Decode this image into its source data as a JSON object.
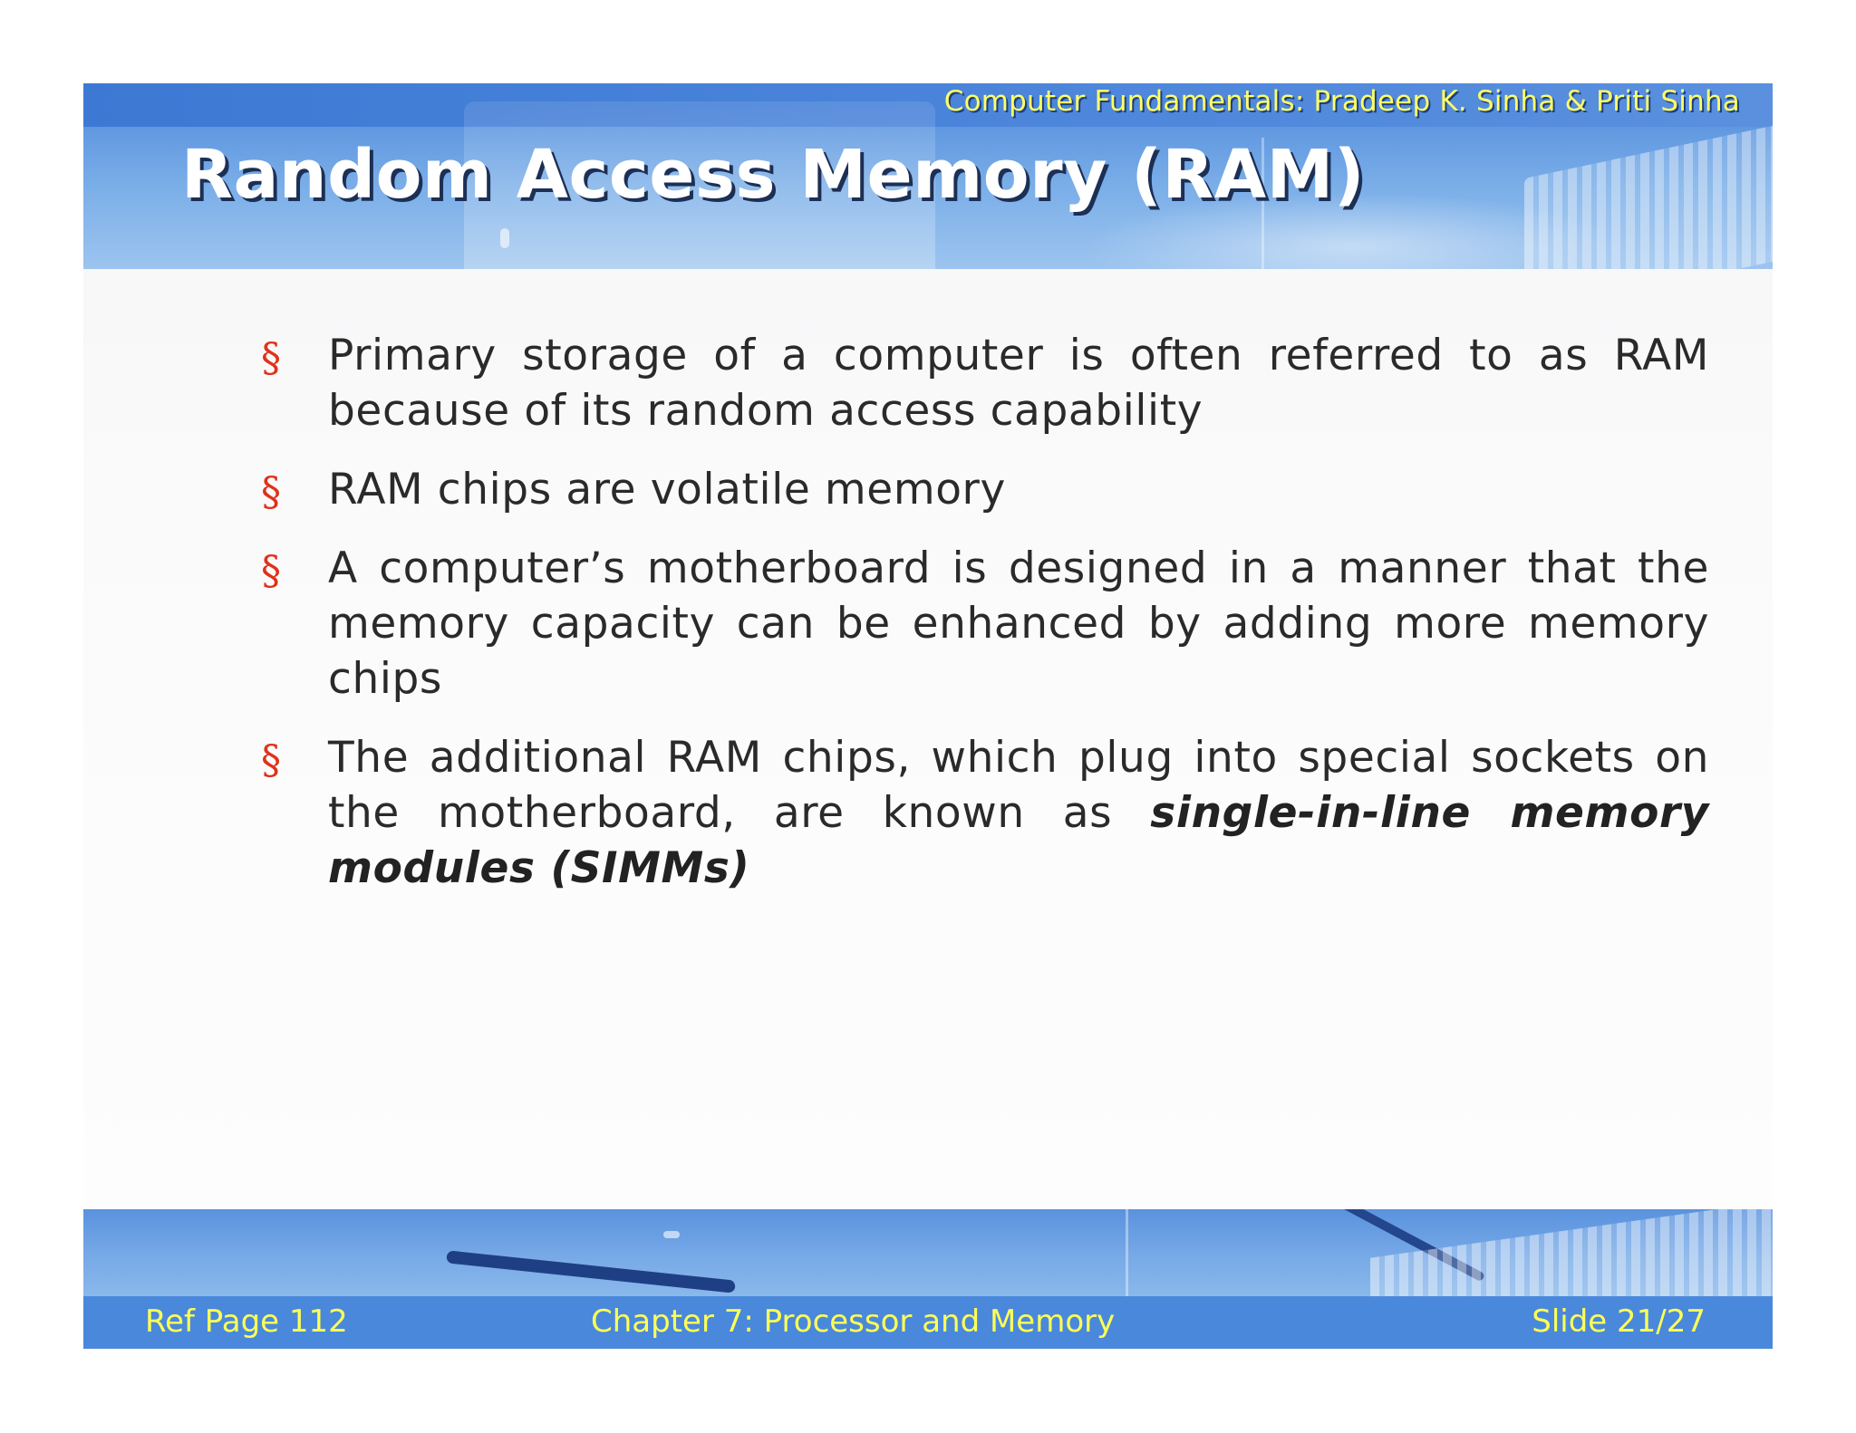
{
  "header": {
    "book_credit": "Computer Fundamentals: Pradeep K. Sinha & Priti Sinha",
    "title": "Random Access Memory (RAM)"
  },
  "bullets": {
    "marker": "§",
    "items": [
      {
        "text": "Primary storage of a computer is often referred to as RAM because of its random access capability"
      },
      {
        "text": "RAM chips are volatile memory"
      },
      {
        "text": "A computer’s motherboard is designed in a manner that the memory capacity can be enhanced by adding more memory chips"
      },
      {
        "text": "The additional RAM chips, which plug into special sockets on the motherboard, are known as ",
        "emphasis": "single-in-line memory modules (SIMMs)"
      }
    ]
  },
  "footer": {
    "ref_page": "Ref Page  112",
    "chapter": "Chapter 7: Processor and Memory",
    "slide": "Slide 21/27"
  },
  "colors": {
    "banner_blue": "#4a88dc",
    "credit_yellow": "#ffff66",
    "bullet_red": "#e0321a",
    "body_text": "#2a2a2a"
  }
}
